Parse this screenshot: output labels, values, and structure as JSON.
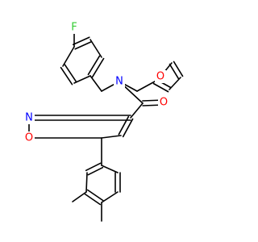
{
  "molecule": {
    "colors": {
      "carbon": "#000000",
      "nitrogen": "#0000ff",
      "oxygen": "#ff0000",
      "fluorine": "#33cc33"
    },
    "atom_labels": {
      "fluorine": "F",
      "amide_nitrogen": "N",
      "carbonyl_oxygen": "O",
      "furan_oxygen": "O",
      "isoxazole_nitrogen": "N",
      "isoxazole_oxygen": "O"
    }
  }
}
